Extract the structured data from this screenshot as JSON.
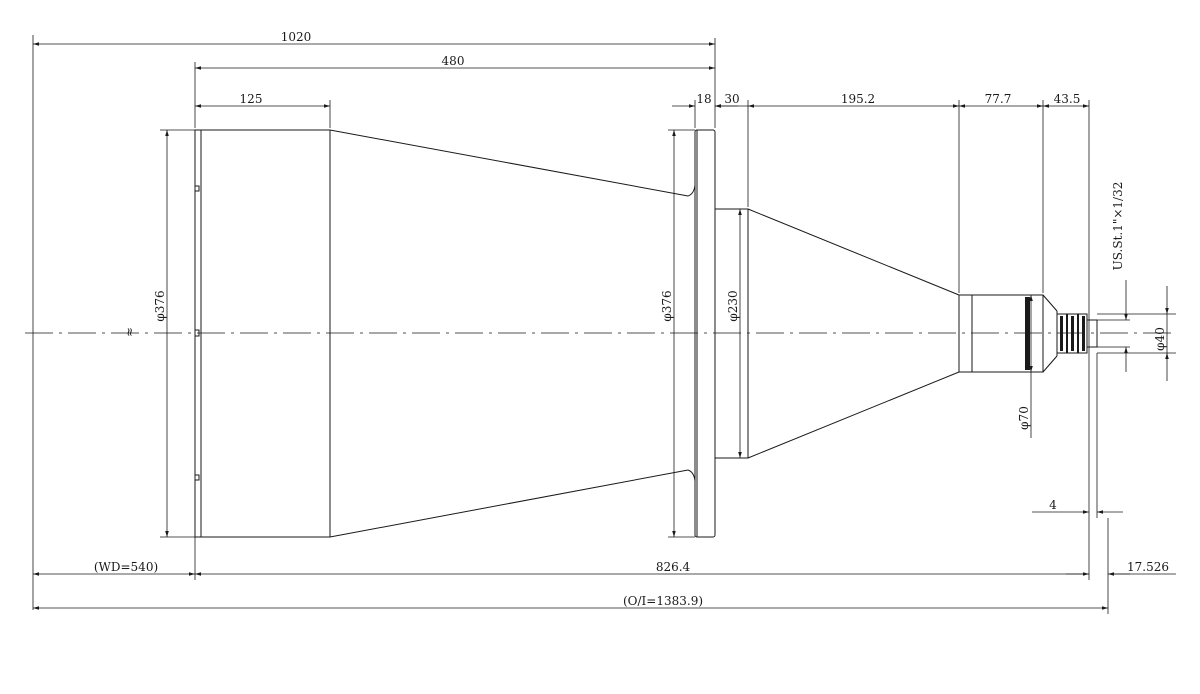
{
  "drawing": {
    "stroke_color": "#1a1a1a",
    "background": "#ffffff",
    "dimensions": {
      "overall": "1020",
      "front_group": "480",
      "hood": "125",
      "flange": "18",
      "neck": "30",
      "rear_cone": "195.2",
      "barrel": "77.7",
      "mount": "43.5",
      "working_distance": "(WD=540)",
      "lens_length": "826.4",
      "back_focus": "17.526",
      "object_to_image": "(O/I=1383.9)",
      "mount_offset": "4"
    },
    "diameters": {
      "front": "φ376",
      "flange": "φ376",
      "neck": "φ230",
      "barrel": "φ70",
      "mount": "φ40"
    },
    "thread_spec": "US.St.1\"×1/32",
    "break_symbol": "≈"
  }
}
